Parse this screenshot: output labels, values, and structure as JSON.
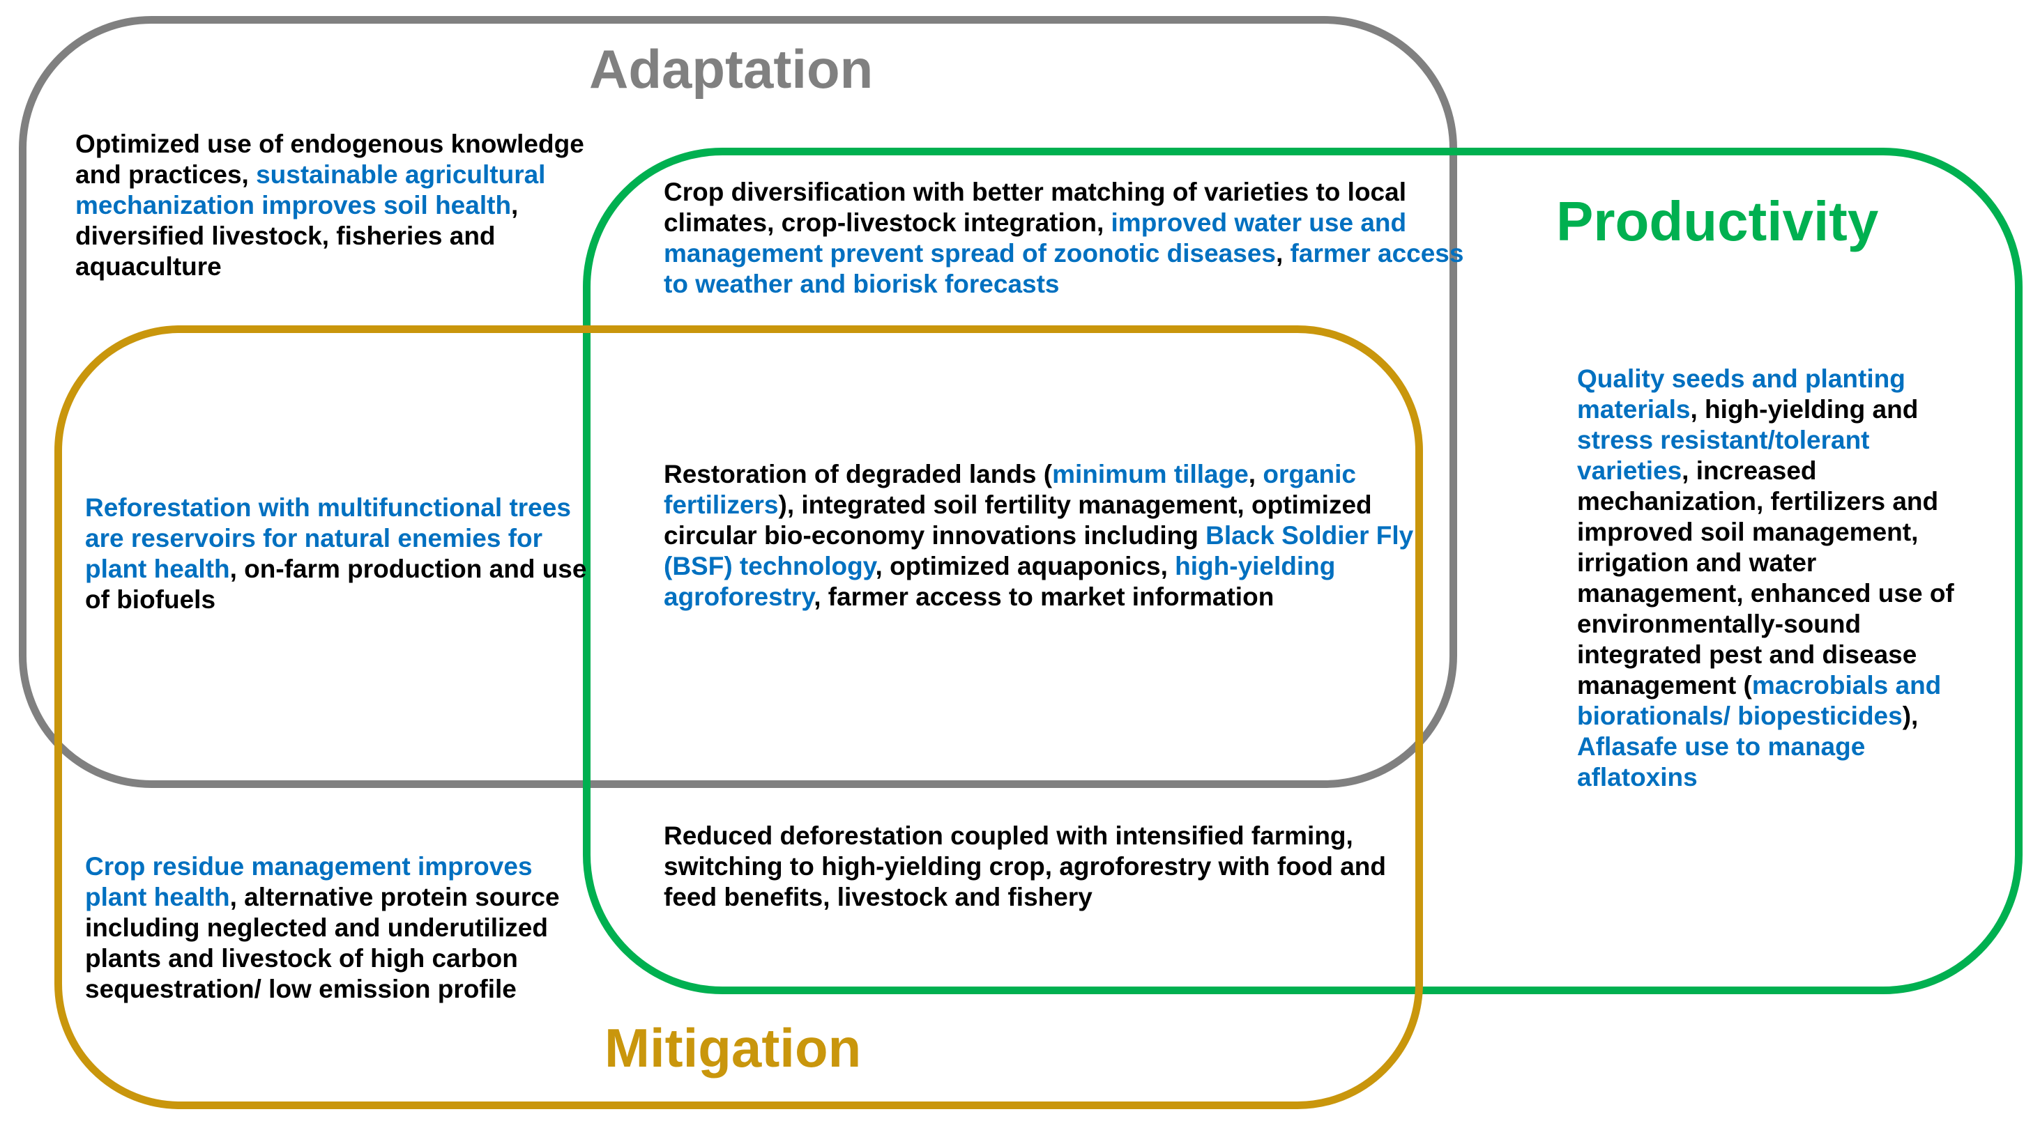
{
  "titles": {
    "adaptation": "Adaptation",
    "productivity": "Productivity",
    "mitigation": "Mitigation"
  },
  "colors": {
    "adaptation": "#808080",
    "productivity": "#00B050",
    "mitigation": "#C9960C",
    "highlight_text": "#0070C0",
    "body_text": "#000000"
  },
  "regions": {
    "adaptation_only": [
      {
        "t": "Optimized use of endogenous knowledge and practices, ",
        "hl": false
      },
      {
        "t": "sustainable agricultural mechanization improves soil health",
        "hl": true
      },
      {
        "t": ", diversified livestock, fisheries and aquaculture",
        "hl": false
      }
    ],
    "adaptation_productivity": [
      {
        "t": "Crop diversification with better matching of varieties to local climates, crop-livestock integration, ",
        "hl": false
      },
      {
        "t": "improved water use and management prevent spread of zoonotic diseases",
        "hl": true
      },
      {
        "t": ", ",
        "hl": false
      },
      {
        "t": "farmer access to weather and biorisk forecasts",
        "hl": true
      }
    ],
    "adaptation_mitigation": [
      {
        "t": "Reforestation with multifunctional trees are reservoirs for natural enemies for plant health",
        "hl": true
      },
      {
        "t": ", on-farm production and use of biofuels",
        "hl": false
      }
    ],
    "all_three": [
      {
        "t": "Restoration of degraded lands (",
        "hl": false
      },
      {
        "t": "minimum tillage",
        "hl": true
      },
      {
        "t": ", ",
        "hl": false
      },
      {
        "t": "organic fertilizers",
        "hl": true
      },
      {
        "t": "), integrated soil fertility management, optimized circular bio-economy innovations including ",
        "hl": false
      },
      {
        "t": "Black Soldier Fly (BSF) technology",
        "hl": true
      },
      {
        "t": ", optimized aquaponics, ",
        "hl": false
      },
      {
        "t": "high-yielding agroforestry",
        "hl": true
      },
      {
        "t": ", farmer access to market information",
        "hl": false
      }
    ],
    "mitigation_only": [
      {
        "t": "Crop residue management improves plant health",
        "hl": true
      },
      {
        "t": ", alternative protein source  including neglected and underutilized plants and livestock of high carbon sequestration/ low emission profile",
        "hl": false
      }
    ],
    "mitigation_productivity": [
      {
        "t": "Reduced deforestation coupled with intensified farming, switching to high-yielding crop, agroforestry with food and feed benefits, livestock and fishery",
        "hl": false
      }
    ],
    "productivity_only": [
      {
        "t": "Quality seeds and planting materials",
        "hl": true
      },
      {
        "t": ", high-yielding and ",
        "hl": false
      },
      {
        "t": "stress resistant/tolerant varieties",
        "hl": true
      },
      {
        "t": ", increased mechanization, fertilizers and improved soil management, irrigation and water management, enhanced use of environmentally-sound integrated pest and disease management (",
        "hl": false
      },
      {
        "t": "macrobials and biorationals/ biopesticides",
        "hl": true
      },
      {
        "t": "),  ",
        "hl": false
      },
      {
        "t": "Aflasafe use to manage aflatoxins",
        "hl": true
      }
    ]
  }
}
